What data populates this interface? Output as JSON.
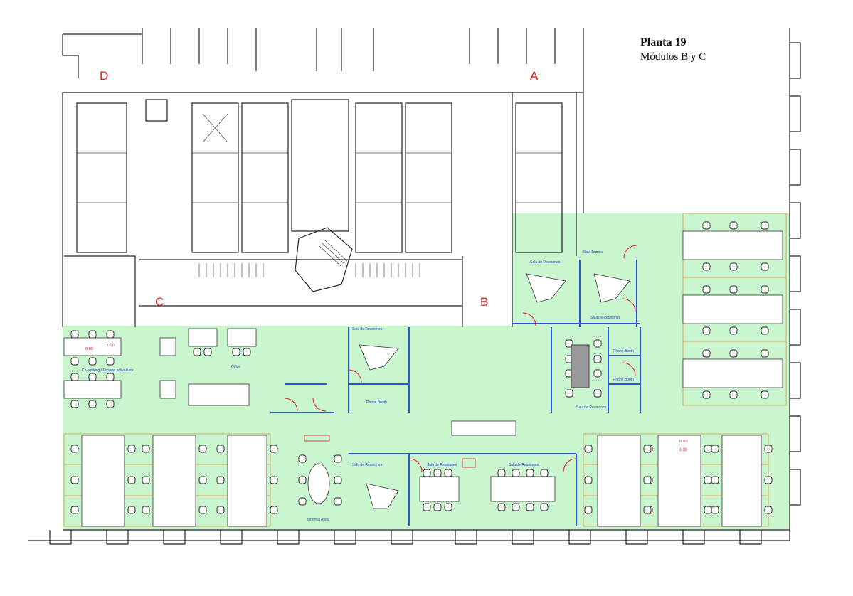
{
  "title": {
    "line1": "Planta 19",
    "line2": "Módulos B y C"
  },
  "access_points": [
    "A",
    "B",
    "C",
    "D"
  ],
  "rooms": {
    "sala_tecnica": "Sala Tecnica",
    "sala_reuniones": "Sala de Reuniones",
    "phone_booth": "Phone Booth",
    "office": "Office",
    "coworking": "Co-working / Espacio polivalente",
    "informal_area": "Informal Area"
  },
  "dimensions": {
    "d1": "0.80",
    "d2": "1.00"
  },
  "colors": {
    "floor_green": "#c9f5cf",
    "glass_blue": "#2b57d8",
    "door_red": "#d62020",
    "grid_orange": "#e08a35"
  }
}
